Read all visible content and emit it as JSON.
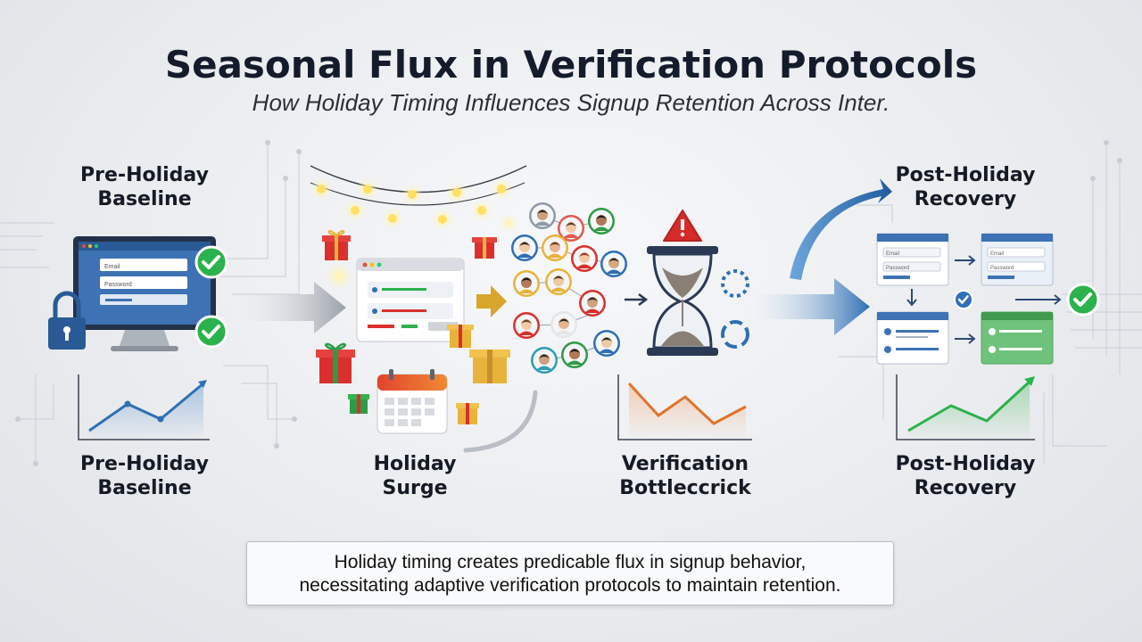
{
  "header": {
    "title": "Seasonal Flux in Verification Protocols",
    "subtitle": "How Holiday Timing Influences Signup Retention Across Inter."
  },
  "stages": {
    "pre_holiday_top": [
      "Pre-Holiday",
      "Baseline"
    ],
    "post_holiday_top": [
      "Post-Holiday",
      "Recovery"
    ],
    "pre_holiday_bottom": [
      "Pre-Holiday",
      "Baseline"
    ],
    "holiday_surge_bottom": [
      "Holiday",
      "Surge"
    ],
    "bottleneck_bottom": [
      "Verification",
      "Bottleccrick"
    ],
    "post_holiday_bottom": [
      "Post-Holiday",
      "Recovery"
    ]
  },
  "login_form": {
    "email_label": "Email",
    "password_label": "Password"
  },
  "mini_forms": {
    "email_label": "Email",
    "password_label": "Password"
  },
  "summary": {
    "line1": "Holiday timing creates predicable flux in signup behavior,",
    "line2": "necessitating adaptive verification protocols to maintain retention."
  },
  "colors": {
    "accent_blue": "#2f6fb4",
    "check_green": "#2bb24c",
    "alert_red": "#d52b2b",
    "trend_orange": "#e0742c",
    "gift_red": "#d9302e",
    "gift_gold": "#e8b33a"
  },
  "icons": [
    "lock-icon",
    "check-icon",
    "gift-icon",
    "calendar-icon",
    "hourglass-icon",
    "warning-icon",
    "spinner-icon",
    "arrow-icon"
  ]
}
